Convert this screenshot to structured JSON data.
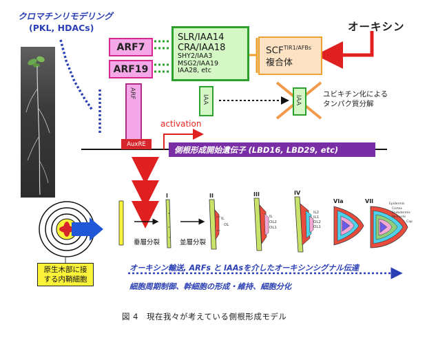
{
  "chromatin": {
    "line1": "クロマチンリモデリング",
    "line2": "(PKL, HDACs)"
  },
  "arf7": "ARF7",
  "arf19": "ARF19",
  "slr_box": {
    "line1": "SLR/IAA14",
    "line2": "CRA/IAA18",
    "line3": "SHY2/IAA3",
    "line4": "MSG2/IAA19",
    "line5": "IAA28, etc"
  },
  "scf_box": {
    "main": "SCF",
    "sup": "TIR1/AFBs",
    "line2": "複合体"
  },
  "auxin": "オーキシン",
  "ubiquitination": {
    "line1": "ユビキチン化による",
    "line2": "タンパク質分解"
  },
  "arf_vertical": "ARF",
  "iaa_vertical": "IAA",
  "iaa_degraded": "IAA",
  "activation": "activation",
  "auxre": "AuxRE",
  "lbd_gene": "側根形成開始遺伝子 (LBD16, LBD29, etc)",
  "stages": {
    "I": "I",
    "II": "II",
    "III": "III",
    "IV": "IV",
    "VIa": "VIa",
    "VII": "VII"
  },
  "cell_labels": {
    "ol": "OL",
    "il": "IL",
    "ol1": "OL1",
    "ol2": "OL2",
    "il1": "IL1",
    "il2": "IL2"
  },
  "vii_labels": [
    "Epidermis",
    "Cortex",
    "Endodermis",
    "Pericycle",
    "Cap"
  ],
  "division1": "垂層分裂",
  "division2": "並層分裂",
  "pericycle": {
    "line1": "原生木部に接",
    "line2": "する内鞘細胞"
  },
  "banner1": "オーキシン輸送, ARFs と IAAsを介したオーキシンシグナル伝達",
  "banner2": "細胞周期制御、幹細胞の形成・維持、細胞分化",
  "caption": "図 4　現在我々が考えている側根形成モデル",
  "colors": {
    "arf_fill": "#f4a8e8",
    "slr_fill": "#d5f7c6",
    "scf_fill": "#fde3c4",
    "lbd_fill": "#7a2ea6",
    "arrow_red": "#e02020",
    "text_blue": "#2b3fb5",
    "pericycle_yellow": "#fbf33a"
  }
}
